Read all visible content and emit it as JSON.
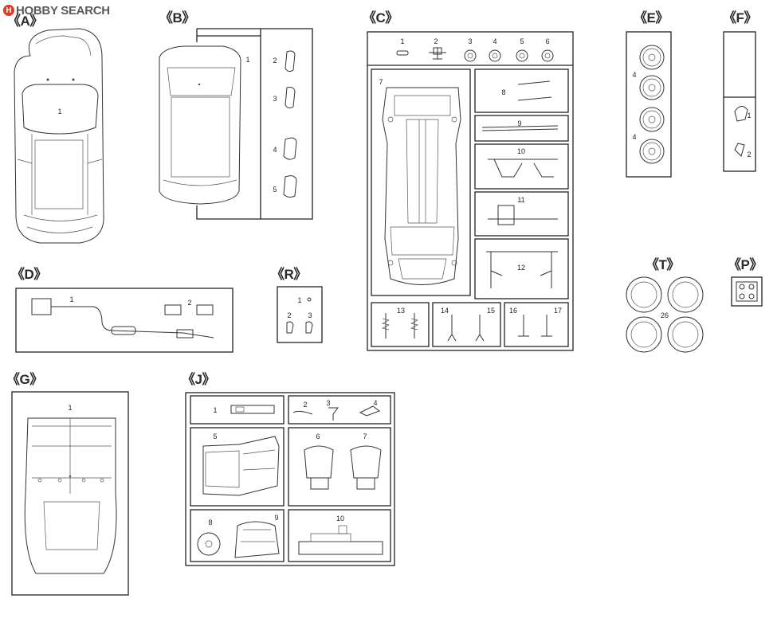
{
  "watermark": {
    "text": "HOBBY SEARCH",
    "badge": "H"
  },
  "sections": {
    "A": "《A》",
    "B": "《B》",
    "C": "《C》",
    "D": "《D》",
    "E": "《E》",
    "F": "《F》",
    "G": "《G》",
    "J": "《J》",
    "P": "《P》",
    "R": "《R》",
    "T": "《T》"
  },
  "parts": {
    "A": {
      "p1": "1"
    },
    "B": {
      "p1": "1",
      "p2": "2",
      "p3": "3",
      "p4": "4",
      "p5": "5"
    },
    "C": {
      "p1": "1",
      "p2": "2",
      "p3": "3",
      "p4": "4",
      "p5": "5",
      "p6": "6",
      "p7": "7",
      "p8": "8",
      "p9": "9",
      "p10": "10",
      "p11": "11",
      "p12": "12",
      "p13": "13",
      "p14": "14",
      "p15": "15",
      "p16": "16",
      "p17": "17"
    },
    "D": {
      "p1": "1",
      "p2": "2"
    },
    "E": {
      "p4a": "4",
      "p4b": "4"
    },
    "F": {
      "p1": "1",
      "p2": "2"
    },
    "G": {
      "p1": "1"
    },
    "J": {
      "p1": "1",
      "p2": "2",
      "p3": "3",
      "p4": "4",
      "p5": "5",
      "p6": "6",
      "p7": "7",
      "p8": "8",
      "p9": "9",
      "p10": "10"
    },
    "R": {
      "p1": "1",
      "p2": "2",
      "p3": "3"
    },
    "T": {
      "p26": "26"
    }
  },
  "colors": {
    "line": "#333333",
    "watermark_badge": "#e03a1c",
    "watermark_text": "#5a5a5a"
  }
}
